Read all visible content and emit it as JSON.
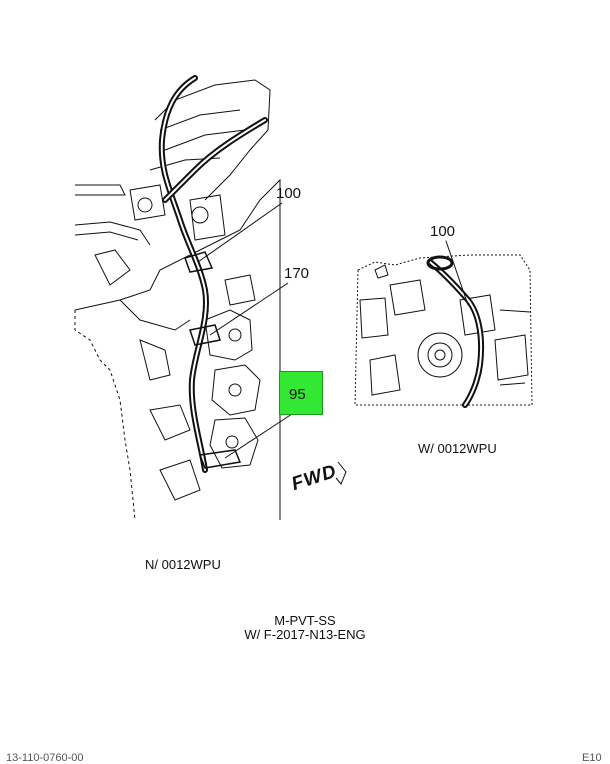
{
  "callouts": {
    "left_100": "100",
    "left_170": "170",
    "left_95": "95",
    "right_100": "100"
  },
  "captions": {
    "left_view": "N/ 0012WPU",
    "right_view": "W/ 0012WPU",
    "fwd_marker": "FWD",
    "model_line1": "M-PVT-SS",
    "model_line2": "W/ F-2017-N13-ENG"
  },
  "footer": {
    "left": "13-110-0760-00",
    "right": "E10"
  },
  "colors": {
    "highlight": "#33e833",
    "line": "#111111"
  }
}
